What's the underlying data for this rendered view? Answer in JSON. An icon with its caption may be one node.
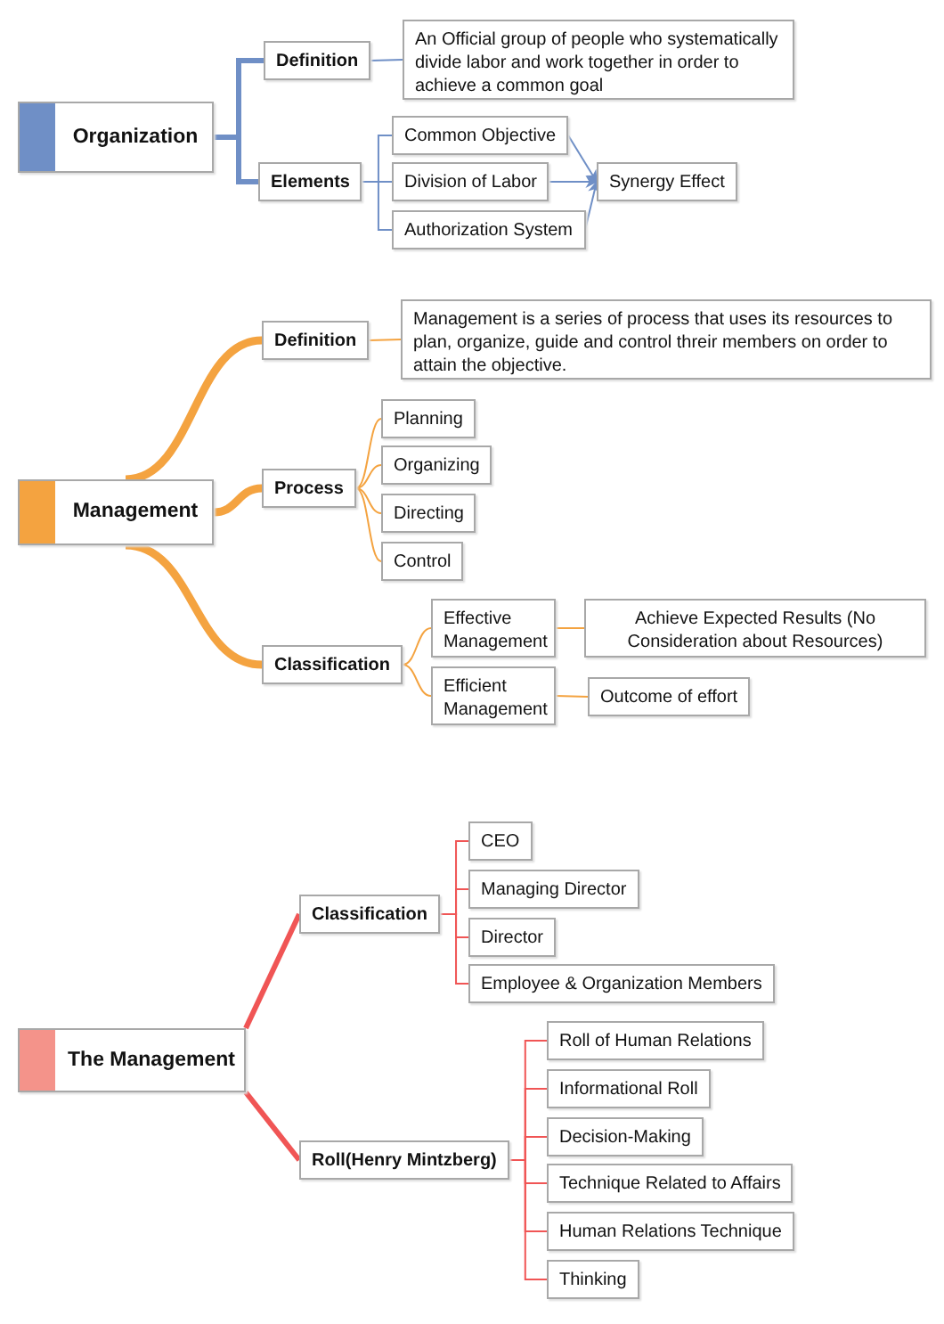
{
  "diagram": {
    "nodes": [
      {
        "text": [
          "Organization"
        ]
      },
      {
        "text": [
          "Definition"
        ]
      },
      {
        "text": [
          "An Official group of people who systematically divide labor and work together in order to achieve a common goal"
        ]
      },
      {
        "text": [
          "Elements"
        ]
      },
      {
        "text": [
          "Common Objective"
        ]
      },
      {
        "text": [
          "Division of Labor"
        ]
      },
      {
        "text": [
          "Authorization System"
        ]
      },
      {
        "text": [
          "Synergy Effect"
        ]
      },
      {
        "text": [
          "Management"
        ]
      },
      {
        "text": [
          "Definition"
        ]
      },
      {
        "text": [
          "Management is a series of process that uses its resources to plan, organize, guide and control threir members on order to attain the objective."
        ]
      },
      {
        "text": [
          "Process"
        ]
      },
      {
        "text": [
          "Planning"
        ]
      },
      {
        "text": [
          "Organizing"
        ]
      },
      {
        "text": [
          "Directing"
        ]
      },
      {
        "text": [
          "Control"
        ]
      },
      {
        "text": [
          "Classification"
        ]
      },
      {
        "text": [
          "Effective Management"
        ]
      },
      {
        "text": [
          "Achieve Expected Results (No Consideration about Resources)"
        ]
      },
      {
        "text": [
          "Efficient Management"
        ]
      },
      {
        "text": [
          "Outcome of effort"
        ]
      },
      {
        "text": [
          "The Management"
        ]
      },
      {
        "text": [
          "Classification"
        ]
      },
      {
        "text": [
          "CEO"
        ]
      },
      {
        "text": [
          "Managing Director"
        ]
      },
      {
        "text": [
          "Director"
        ]
      },
      {
        "text": [
          "Employee & Organization Members"
        ]
      },
      {
        "text": [
          "Roll(Henry Mintzberg)"
        ]
      },
      {
        "text": [
          "Roll of Human Relations"
        ]
      },
      {
        "text": [
          "Informational Roll"
        ]
      },
      {
        "text": [
          "Decision-Making"
        ]
      },
      {
        "text": [
          "Technique Related to Affairs"
        ]
      },
      {
        "text": [
          "Human Relations Technique"
        ]
      },
      {
        "text": [
          "Thinking"
        ]
      }
    ],
    "edges": [
      {
        "from": 0,
        "to": 1,
        "arrow": "none",
        "style": "thick",
        "color": "#6f8fc6"
      },
      {
        "from": 0,
        "to": 3,
        "arrow": "none",
        "style": "thick",
        "color": "#6f8fc6"
      },
      {
        "from": 1,
        "to": 2,
        "arrow": "none",
        "color": "#6f8fc6"
      },
      {
        "from": 3,
        "to": 4,
        "arrow": "none",
        "color": "#6f8fc6"
      },
      {
        "from": 3,
        "to": 5,
        "arrow": "none",
        "color": "#6f8fc6"
      },
      {
        "from": 3,
        "to": 6,
        "arrow": "none",
        "color": "#6f8fc6"
      },
      {
        "from": 4,
        "to": 7,
        "arrow": "to",
        "color": "#6f8fc6"
      },
      {
        "from": 5,
        "to": 7,
        "arrow": "to",
        "color": "#6f8fc6"
      },
      {
        "from": 6,
        "to": 7,
        "arrow": "to",
        "color": "#6f8fc6"
      },
      {
        "from": 8,
        "to": 9,
        "arrow": "none",
        "style": "thick"
      },
      {
        "from": 8,
        "to": 11,
        "arrow": "none",
        "style": "thick"
      },
      {
        "from": 8,
        "to": 16,
        "arrow": "none",
        "style": "thick"
      },
      {
        "from": 9,
        "to": 10,
        "arrow": "none"
      },
      {
        "from": 11,
        "to": 12,
        "arrow": "none"
      },
      {
        "from": 11,
        "to": 13,
        "arrow": "none"
      },
      {
        "from": 11,
        "to": 14,
        "arrow": "none"
      },
      {
        "from": 11,
        "to": 15,
        "arrow": "none"
      },
      {
        "from": 16,
        "to": 17,
        "arrow": "none"
      },
      {
        "from": 16,
        "to": 19,
        "arrow": "none"
      },
      {
        "from": 17,
        "to": 18,
        "arrow": "none"
      },
      {
        "from": 19,
        "to": 20,
        "arrow": "none"
      },
      {
        "from": 21,
        "to": 22,
        "arrow": "none",
        "style": "thick",
        "color": "#f05555"
      },
      {
        "from": 21,
        "to": 27,
        "arrow": "none",
        "style": "thick",
        "color": "#f05555"
      },
      {
        "from": 22,
        "to": 23,
        "arrow": "none",
        "color": "#f05555"
      },
      {
        "from": 22,
        "to": 24,
        "arrow": "none",
        "color": "#f05555"
      },
      {
        "from": 22,
        "to": 25,
        "arrow": "none",
        "color": "#f05555"
      },
      {
        "from": 22,
        "to": 26,
        "arrow": "none",
        "color": "#f05555"
      },
      {
        "from": 27,
        "to": 28,
        "arrow": "none",
        "color": "#f05555"
      },
      {
        "from": 27,
        "to": 29,
        "arrow": "none",
        "color": "#f05555"
      },
      {
        "from": 27,
        "to": 30,
        "arrow": "none",
        "color": "#f05555"
      },
      {
        "from": 27,
        "to": 31,
        "arrow": "none",
        "color": "#f05555"
      },
      {
        "from": 27,
        "to": 32,
        "arrow": "none",
        "color": "#f05555"
      },
      {
        "from": 27,
        "to": 33,
        "arrow": "none",
        "color": "#f05555"
      }
    ]
  }
}
